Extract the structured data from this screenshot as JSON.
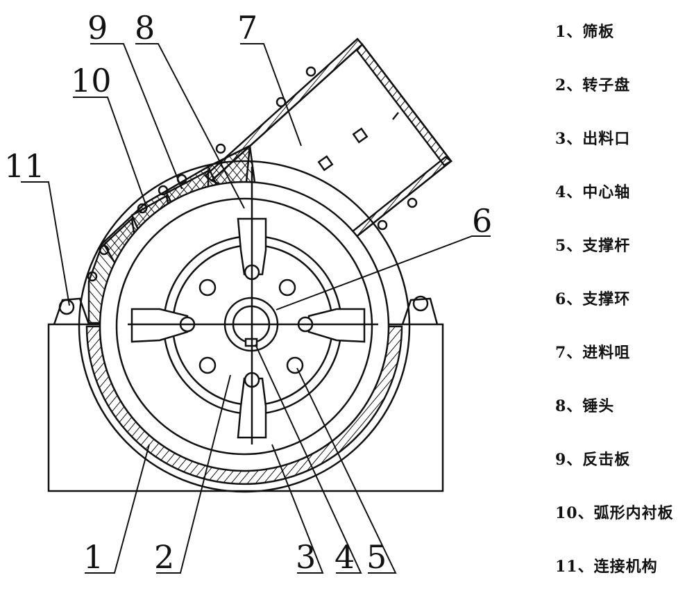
{
  "callouts": {
    "c1": "1",
    "c2": "2",
    "c3": "3",
    "c4": "4",
    "c5": "5",
    "c6": "6",
    "c7": "7",
    "c8": "8",
    "c9": "9",
    "c10": "10",
    "c11": "11"
  },
  "legend": [
    "1、筛板",
    "2、转子盘",
    "3、出料口",
    "4、中心轴",
    "5、支撑杆",
    "6、支撑环",
    "7、进料咀",
    "8、锤头",
    "9、反击板",
    "10、弧形内衬板",
    "11、连接机构"
  ]
}
